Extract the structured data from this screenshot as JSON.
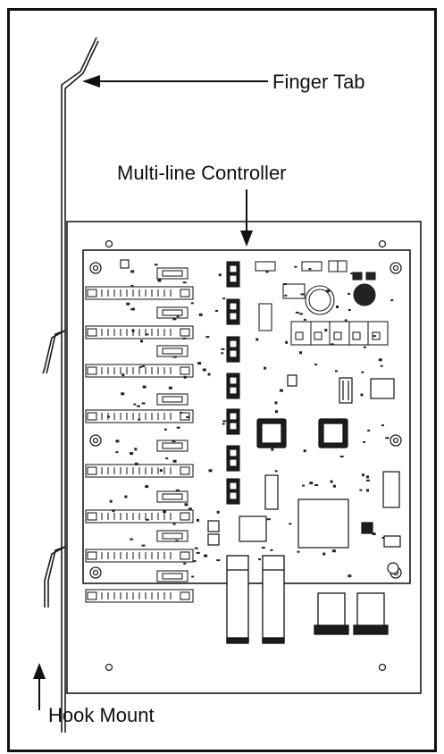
{
  "labels": {
    "finger_tab": "Finger Tab",
    "multi_line_controller": "Multi-line Controller",
    "hook_mount": "Hook Mount"
  },
  "colors": {
    "line": "#1a1a1a",
    "plate": "#ffffff",
    "board": "#ffffff",
    "ic_fill": "#1c1c1c"
  }
}
